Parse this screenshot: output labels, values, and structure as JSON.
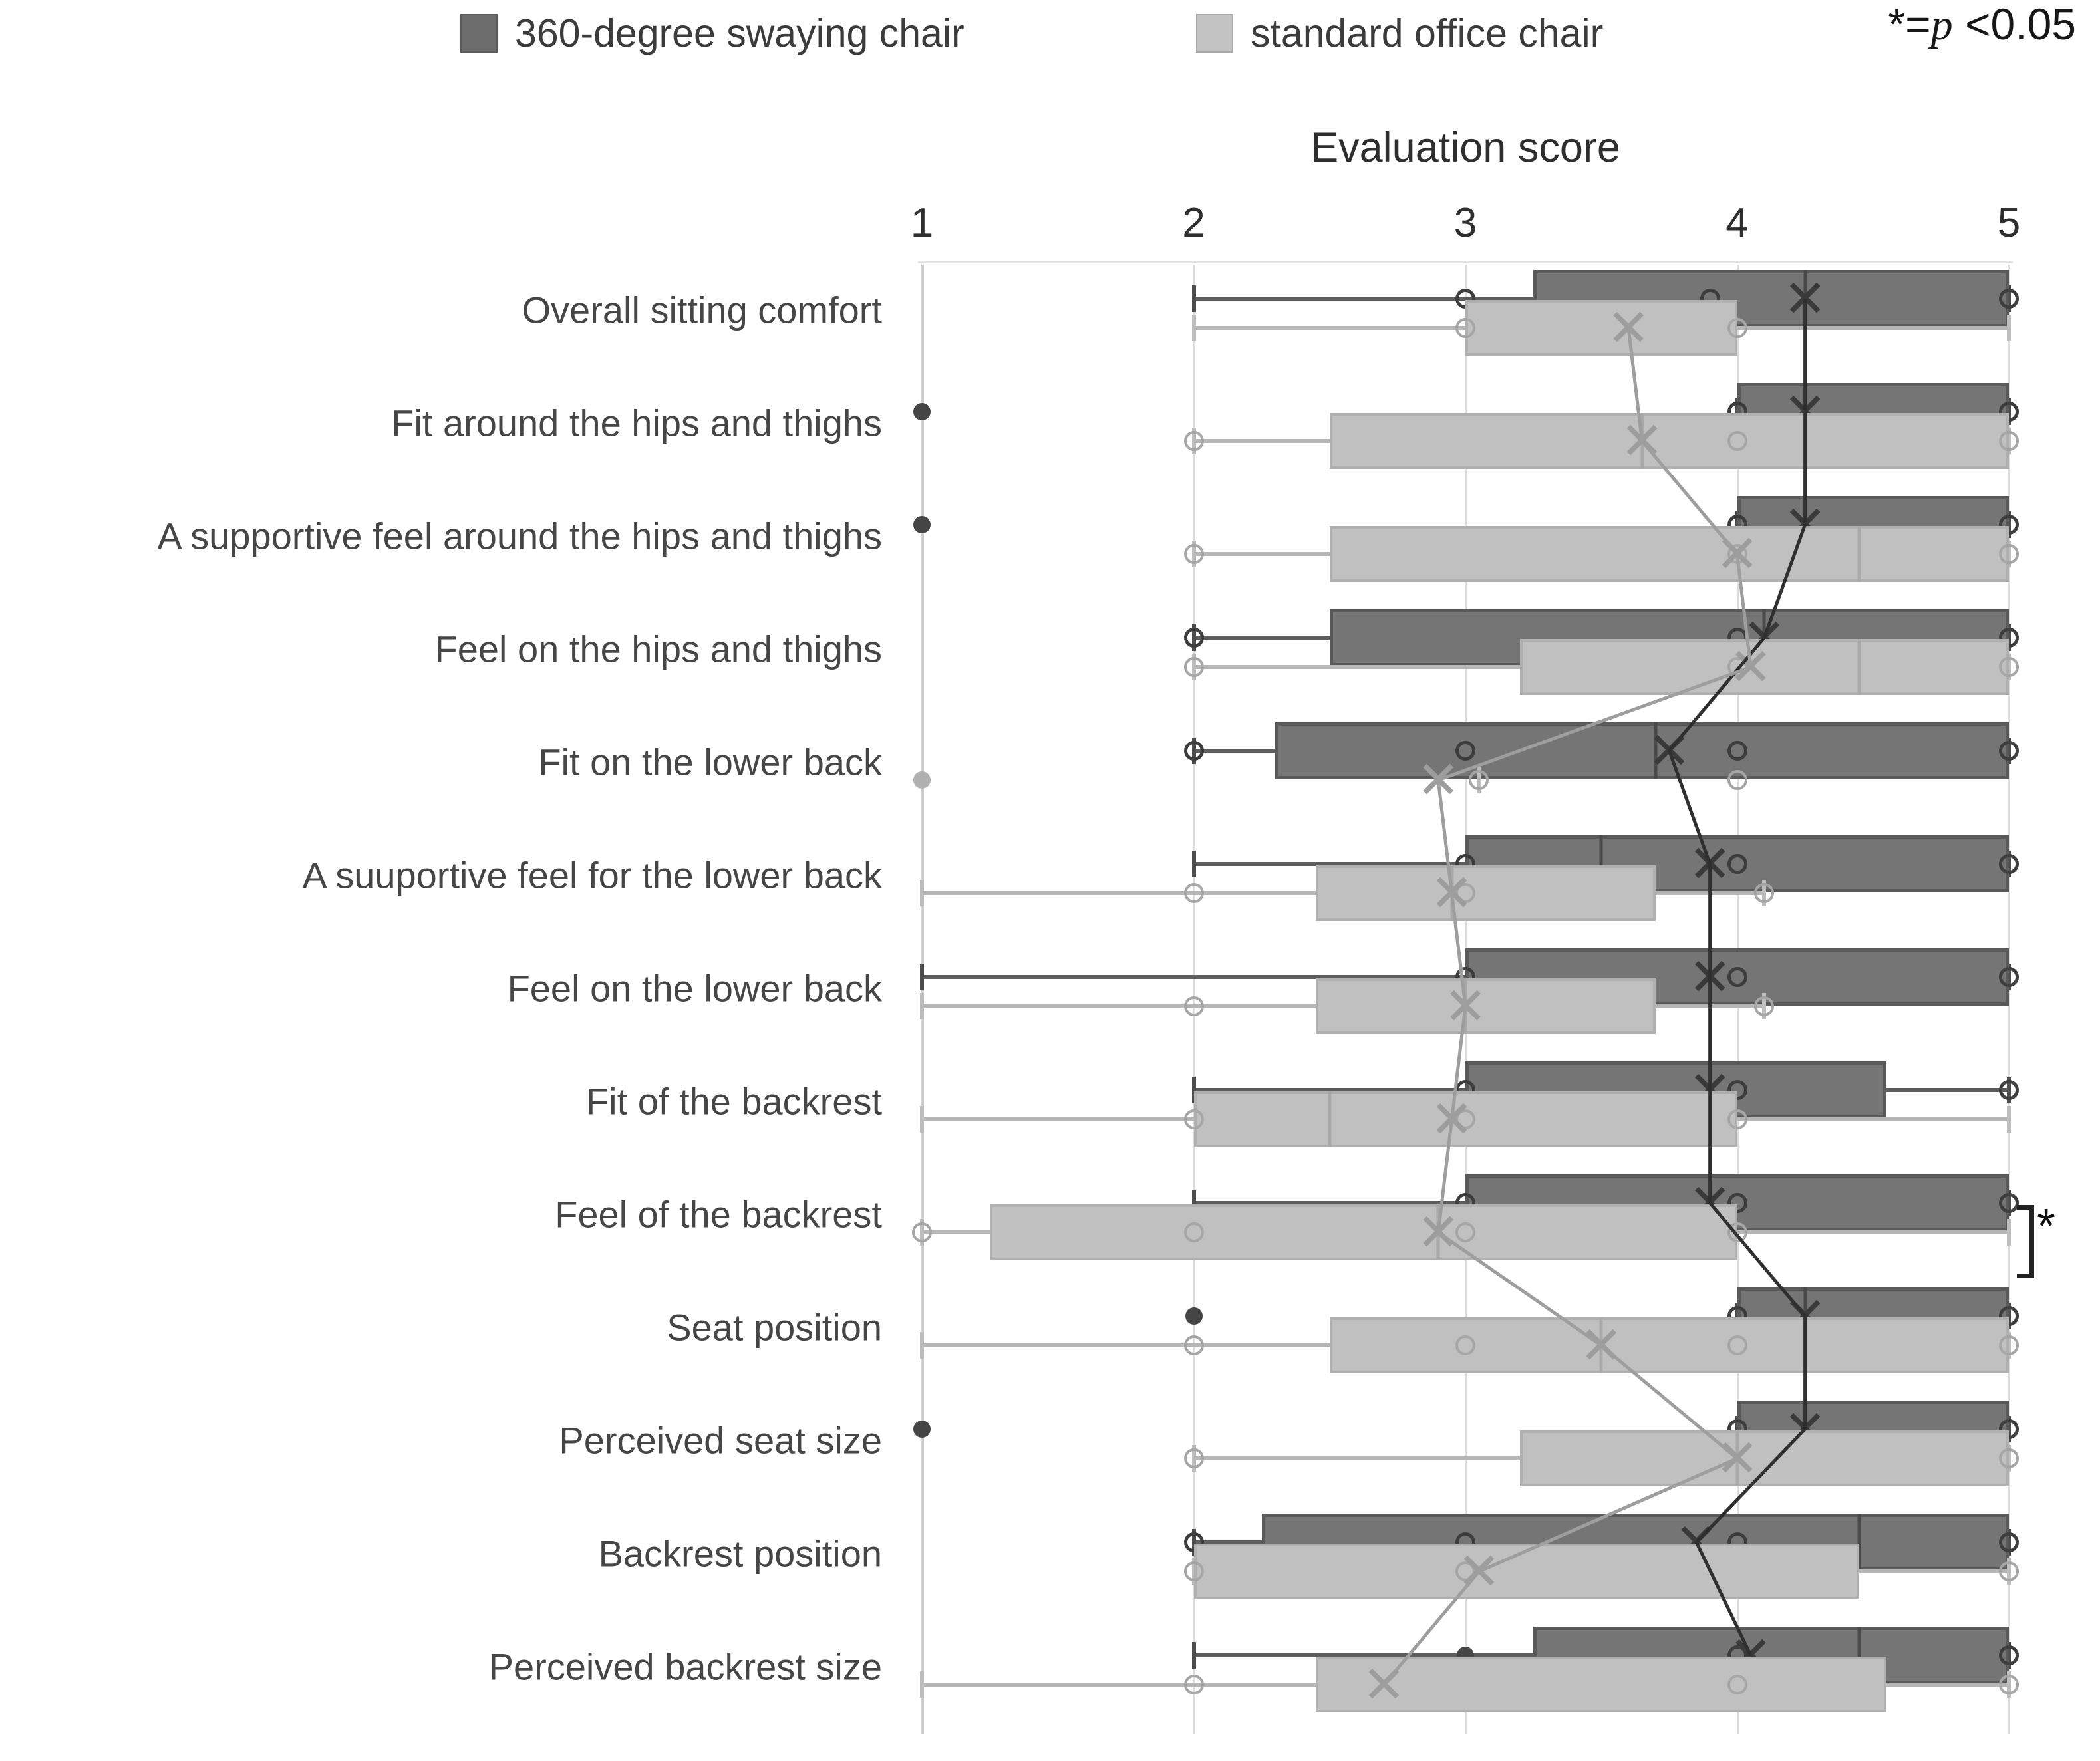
{
  "legend": {
    "items": [
      {
        "label": "360-degree swaying chair",
        "swatch": "dark",
        "color": "#6d6d6d"
      },
      {
        "label": "standard office chair",
        "swatch": "light",
        "color": "#c3c3c3"
      }
    ],
    "significance_prefix": "*=",
    "significance_italic": "p",
    "significance_suffix": " <0.05"
  },
  "axis": {
    "title": "Evaluation score",
    "ticks": [
      "1",
      "2",
      "3",
      "4",
      "5"
    ],
    "min": 1,
    "max": 5
  },
  "annotations": {
    "sig_star": "*"
  },
  "chart_data": {
    "type": "box",
    "title": "Evaluation score",
    "xlabel": "Evaluation score",
    "ylabel": "",
    "xlim": [
      1,
      5
    ],
    "grid": true,
    "legend_position": "top",
    "series_names": [
      "360-degree swaying chair",
      "standard office chair"
    ],
    "categories": [
      "Overall sitting comfort",
      "Fit around the hips and thighs",
      "A supportive feel around the hips and thighs",
      "Feel on the hips and thighs",
      "Fit on the lower back",
      "A suuportive feel for the lower back",
      "Feel on the lower back",
      "Fit of the backrest",
      "Feel of the backrest",
      "Seat position",
      "Perceived seat size",
      "Backrest position",
      "Perceived backrest size"
    ],
    "boxes": [
      {
        "category": "Overall sitting comfort",
        "dark": {
          "whisker_low": 2.0,
          "q1": 3.25,
          "median": 4.25,
          "q3": 5.0,
          "whisker_high": 5.0,
          "mean": 4.25,
          "points": [
            3.0,
            3.9,
            5.0
          ],
          "outliers": []
        },
        "light": {
          "whisker_low": 2.0,
          "q1": 3.0,
          "median": 4.0,
          "q3": 4.0,
          "whisker_high": 5.0,
          "mean": 3.6,
          "points": [
            3.0,
            4.0
          ],
          "outliers": []
        }
      },
      {
        "category": "Fit around the hips and thighs",
        "dark": {
          "whisker_low": 4.0,
          "q1": 4.0,
          "median": 4.25,
          "q3": 5.0,
          "whisker_high": 5.0,
          "mean": 4.25,
          "points": [
            4.0,
            5.0
          ],
          "outliers": [
            1.0
          ]
        },
        "light": {
          "whisker_low": 2.0,
          "q1": 2.5,
          "median": 3.65,
          "q3": 5.0,
          "whisker_high": 5.0,
          "mean": 3.65,
          "points": [
            2.0,
            4.0,
            5.0
          ],
          "outliers": []
        }
      },
      {
        "category": "A supportive feel around the hips and thighs",
        "dark": {
          "whisker_low": 4.0,
          "q1": 4.0,
          "median": 4.25,
          "q3": 5.0,
          "whisker_high": 5.0,
          "mean": 4.25,
          "points": [
            4.0,
            5.0
          ],
          "outliers": [
            1.0
          ]
        },
        "light": {
          "whisker_low": 2.0,
          "q1": 2.5,
          "median": 4.45,
          "q3": 5.0,
          "whisker_high": 5.0,
          "mean": 4.0,
          "points": [
            2.0,
            4.0,
            5.0
          ],
          "outliers": []
        }
      },
      {
        "category": "Feel on the hips and thighs",
        "dark": {
          "whisker_low": 2.0,
          "q1": 2.5,
          "median": 4.1,
          "q3": 5.0,
          "whisker_high": 5.0,
          "mean": 4.1,
          "points": [
            2.0,
            4.0,
            5.0
          ],
          "outliers": []
        },
        "light": {
          "whisker_low": 2.0,
          "q1": 3.2,
          "median": 4.45,
          "q3": 5.0,
          "whisker_high": 5.0,
          "mean": 4.05,
          "points": [
            2.0,
            4.0,
            5.0
          ],
          "outliers": []
        }
      },
      {
        "category": "Fit on the lower back",
        "dark": {
          "whisker_low": 2.0,
          "q1": 2.3,
          "median": 3.7,
          "q3": 5.0,
          "whisker_high": 5.0,
          "mean": 3.75,
          "points": [
            2.0,
            3.0,
            4.0,
            5.0
          ],
          "outliers": []
        },
        "light": {
          "whisker_low": 3.05,
          "q1": 3.05,
          "median": 3.05,
          "q3": 3.05,
          "whisker_high": 3.05,
          "mean": 2.9,
          "points": [
            3.05,
            4.0
          ],
          "outliers": [
            1.0
          ]
        }
      },
      {
        "category": "A suuportive feel for the lower back",
        "dark": {
          "whisker_low": 2.0,
          "q1": 3.0,
          "median": 3.5,
          "q3": 5.0,
          "whisker_high": 5.0,
          "mean": 3.9,
          "points": [
            3.0,
            4.0,
            5.0
          ],
          "outliers": []
        },
        "light": {
          "whisker_low": 1.0,
          "q1": 2.45,
          "median": 2.95,
          "q3": 3.7,
          "whisker_high": 4.1,
          "mean": 2.95,
          "points": [
            2.0,
            3.0,
            4.1
          ],
          "outliers": []
        }
      },
      {
        "category": "Feel on the lower back",
        "dark": {
          "whisker_low": 1.0,
          "q1": 3.0,
          "median": 3.9,
          "q3": 5.0,
          "whisker_high": 5.0,
          "mean": 3.9,
          "points": [
            3.0,
            4.0,
            5.0
          ],
          "outliers": []
        },
        "light": {
          "whisker_low": 1.0,
          "q1": 2.45,
          "median": 3.0,
          "q3": 3.7,
          "whisker_high": 4.1,
          "mean": 3.0,
          "points": [
            2.0,
            4.1
          ],
          "outliers": []
        }
      },
      {
        "category": "Fit of the backrest",
        "dark": {
          "whisker_low": 2.0,
          "q1": 3.0,
          "median": 3.9,
          "q3": 4.55,
          "whisker_high": 5.0,
          "mean": 3.9,
          "points": [
            3.0,
            4.0,
            5.0
          ],
          "outliers": []
        },
        "light": {
          "whisker_low": 1.0,
          "q1": 2.0,
          "median": 2.5,
          "q3": 4.0,
          "whisker_high": 5.0,
          "mean": 2.95,
          "points": [
            2.0,
            3.0,
            4.0
          ],
          "outliers": []
        }
      },
      {
        "category": "Feel of the backrest",
        "dark": {
          "whisker_low": 2.0,
          "q1": 3.0,
          "median": 3.9,
          "q3": 5.0,
          "whisker_high": 5.0,
          "mean": 3.9,
          "points": [
            3.0,
            4.0,
            5.0
          ],
          "outliers": []
        },
        "light": {
          "whisker_low": 1.0,
          "q1": 1.25,
          "median": 2.9,
          "q3": 4.0,
          "whisker_high": 5.0,
          "mean": 2.9,
          "points": [
            1.0,
            2.0,
            3.0,
            4.0
          ],
          "outliers": []
        },
        "significant": true
      },
      {
        "category": "Seat position",
        "dark": {
          "whisker_low": 4.0,
          "q1": 4.0,
          "median": 4.25,
          "q3": 5.0,
          "whisker_high": 5.0,
          "mean": 4.25,
          "points": [
            4.0,
            5.0
          ],
          "outliers": [
            2.0
          ]
        },
        "light": {
          "whisker_low": 1.0,
          "q1": 2.5,
          "median": 3.5,
          "q3": 5.0,
          "whisker_high": 5.0,
          "mean": 3.5,
          "points": [
            2.0,
            3.0,
            4.0,
            5.0
          ],
          "outliers": []
        }
      },
      {
        "category": "Perceived seat size",
        "dark": {
          "whisker_low": 4.0,
          "q1": 4.0,
          "median": 4.25,
          "q3": 5.0,
          "whisker_high": 5.0,
          "mean": 4.25,
          "points": [
            4.0,
            5.0
          ],
          "outliers": [
            1.0
          ]
        },
        "light": {
          "whisker_low": 2.0,
          "q1": 3.2,
          "median": 4.0,
          "q3": 5.0,
          "whisker_high": 5.0,
          "mean": 4.0,
          "points": [
            2.0,
            5.0
          ],
          "outliers": []
        }
      },
      {
        "category": "Backrest position",
        "dark": {
          "whisker_low": 2.0,
          "q1": 2.25,
          "median": 4.45,
          "q3": 5.0,
          "whisker_high": 5.0,
          "mean": 3.85,
          "points": [
            2.0,
            3.0,
            4.0,
            5.0
          ],
          "outliers": []
        },
        "light": {
          "whisker_low": 2.0,
          "q1": 2.0,
          "median": 4.45,
          "q3": 4.45,
          "whisker_high": 5.0,
          "mean": 3.05,
          "points": [
            2.0,
            3.0,
            5.0
          ],
          "outliers": []
        }
      },
      {
        "category": "Perceived backrest size",
        "dark": {
          "whisker_low": 2.0,
          "q1": 3.25,
          "median": 4.45,
          "q3": 5.0,
          "whisker_high": 5.0,
          "mean": 4.05,
          "points": [
            4.0,
            5.0
          ],
          "outliers": [
            3.0
          ]
        },
        "light": {
          "whisker_low": 1.0,
          "q1": 2.45,
          "median": 4.55,
          "q3": 4.55,
          "whisker_high": 5.0,
          "mean": 2.7,
          "points": [
            2.0,
            4.0,
            5.0
          ],
          "outliers": []
        }
      }
    ]
  }
}
